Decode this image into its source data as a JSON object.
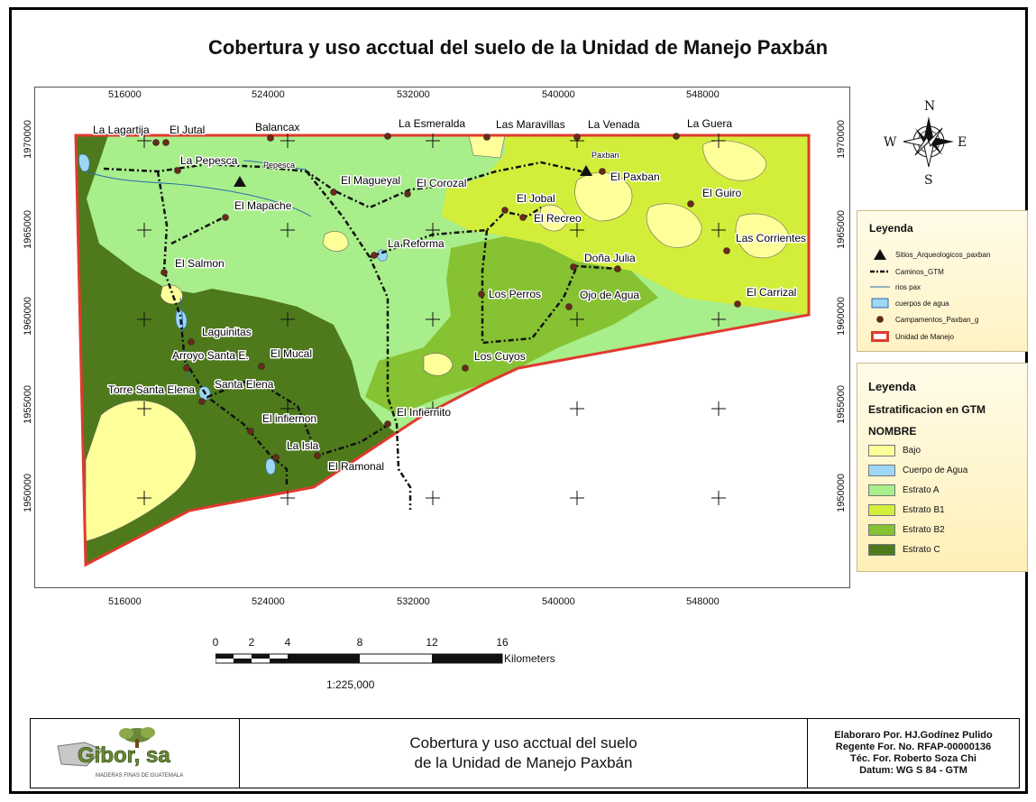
{
  "title": "Cobertura y uso acctual del suelo de la Unidad de Manejo Paxbán",
  "map": {
    "x_ticks": [
      "516000",
      "524000",
      "532000",
      "540000",
      "548000"
    ],
    "y_ticks": [
      "1970000",
      "1965000",
      "1960000",
      "1955000",
      "1950000"
    ],
    "place_labels": [
      "La Lagartija",
      "El Jutal",
      "Balancax",
      "La Esmeralda",
      "Las Maravillas",
      "La Venada",
      "La Guera",
      "La Pepesca",
      "Pepesca",
      "Paxban",
      "El Paxban",
      "El Magueyal",
      "El Corozal",
      "El Jobal",
      "El Guiro",
      "El Mapache",
      "El Recreo",
      "La Reforma",
      "Las Corrientes",
      "El Salmon",
      "Doña Julia",
      "Los Perros",
      "Ojo de Agua",
      "El Carrizal",
      "Laguinitas",
      "Arroyo Santa E.",
      "El Mucal",
      "Los Cuyos",
      "Santa Elena",
      "Torre Santa Elena",
      "El infiernon",
      "El Infiernito",
      "La Isla",
      "El Ramonal"
    ],
    "compass": {
      "n": "N",
      "s": "S",
      "e": "E",
      "w": "W"
    }
  },
  "legend1": {
    "title": "Leyenda",
    "items": [
      {
        "label": "Sitios_Arqueologicos_paxban",
        "symbol": "triangle"
      },
      {
        "label": "Caminos_GTM",
        "symbol": "dashed-line"
      },
      {
        "label": "rios pax",
        "symbol": "blue-line"
      },
      {
        "label": "cuerpos de agua",
        "symbol": "blue-box"
      },
      {
        "label": "Campamentos_Paxban_g",
        "symbol": "dot"
      },
      {
        "label": "Unidad de Manejo",
        "symbol": "red-box"
      }
    ]
  },
  "legend2": {
    "title": "Leyenda",
    "subtitle": "Estratificacion en GTM",
    "field": "NOMBRE",
    "items": [
      {
        "label": "Bajo",
        "color": "#FFFF99"
      },
      {
        "label": "Cuerpo de Agua",
        "color": "#9ED7F5"
      },
      {
        "label": "Estrato A",
        "color": "#A8EE8A"
      },
      {
        "label": "Estrato B1",
        "color": "#D3EE3A"
      },
      {
        "label": "Estrato B2",
        "color": "#86C232"
      },
      {
        "label": "Estrato C",
        "color": "#4E7A1C"
      }
    ]
  },
  "scale": {
    "numbers": [
      "0",
      "2",
      "4",
      "8",
      "12",
      "16"
    ],
    "unit": "Kilometers",
    "ratio": "1:225,000"
  },
  "footer": {
    "logo_text": "Gibor, sa",
    "logo_subtitle": "MADERAS FINAS DE GUATEMALA",
    "center_line1": "Cobertura y uso acctual del suelo",
    "center_line2": "de la Unidad de Manejo Paxbán",
    "credits": [
      "Elaboraro Por. HJ.Godínez Pulido",
      "Regente For. No. RFAP-00000136",
      "Téc. For. Roberto Soza Chi",
      "Datum: WG S 84 - GTM"
    ]
  }
}
